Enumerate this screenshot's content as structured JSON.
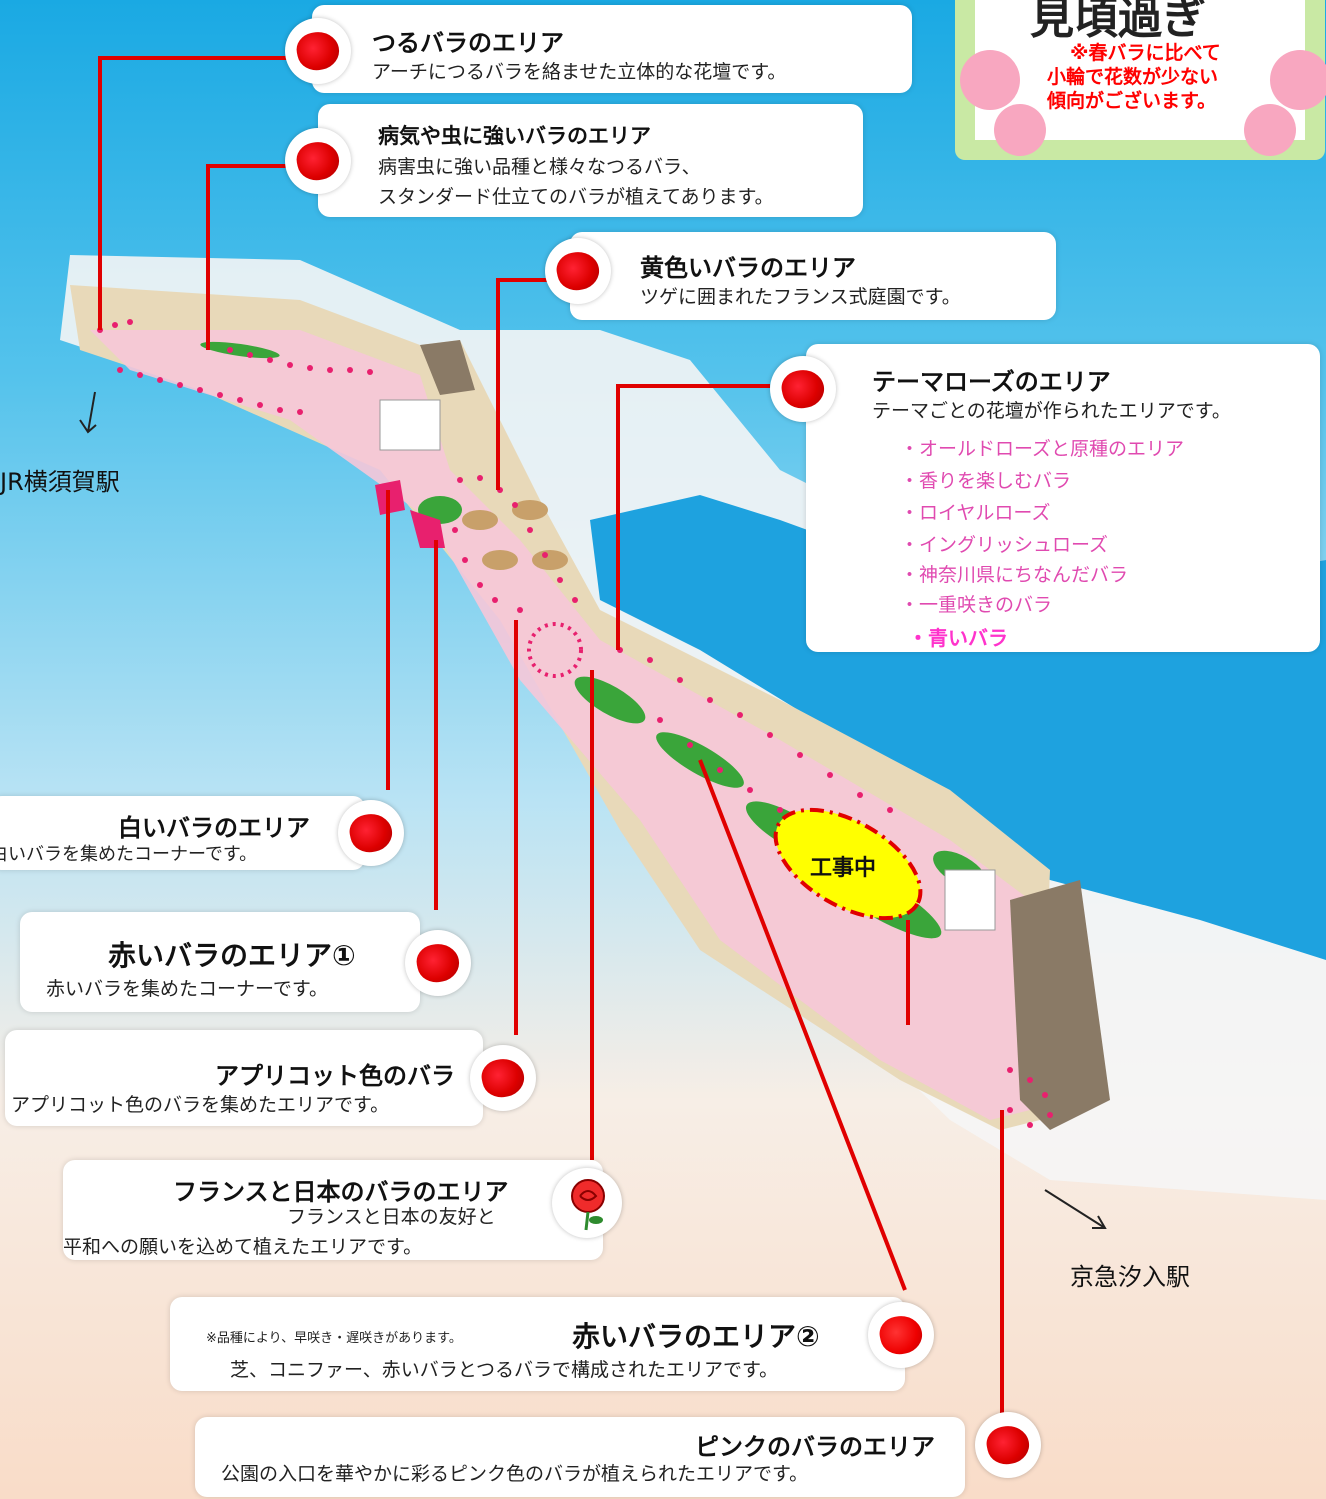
{
  "notice": {
    "heading": "見頃過ぎ",
    "note_lines": [
      "※春バラに比べて",
      "小輪で花数が少ない",
      "傾向がございます。"
    ]
  },
  "stations": {
    "jr": "JR横須賀駅",
    "keikyu": "京急汐入駅"
  },
  "construction": "工事中",
  "areas": {
    "tsuru": {
      "title": "つるバラのエリア",
      "desc": "アーチにつるバラを絡ませた立体的な花壇です。"
    },
    "byoki": {
      "title": "病気や虫に強いバラのエリア",
      "desc_lines": [
        "病害虫に強い品種と様々なつるバラ、",
        "スタンダード仕立てのバラが植えてあります。"
      ]
    },
    "kiiro": {
      "title": "黄色いバラのエリア",
      "desc": "ツゲに囲まれたフランス式庭園です。"
    },
    "theme": {
      "title": "テーマローズのエリア",
      "desc": "テーマごとの花壇が作られたエリアです。",
      "items": [
        "・オールドローズと原種のエリア",
        "・香りを楽しむバラ",
        "・ロイヤルローズ",
        "・イングリッシュローズ",
        "・神奈川県にちなんだバラ",
        "・一重咲きのバラ"
      ],
      "highlight_item": "・青いバラ"
    },
    "shiro": {
      "title": "白いバラのエリア",
      "desc": "白いバラを集めたコーナーです。"
    },
    "aka1": {
      "title": "赤いバラのエリア①",
      "desc": "赤いバラを集めたコーナーです。"
    },
    "apricot": {
      "title": "アプリコット色のバラ",
      "desc": "アプリコット色のバラを集めたエリアです。"
    },
    "france": {
      "title": "フランスと日本のバラのエリア",
      "desc_lines": [
        "フランスと日本の友好と",
        "平和への願いを込めて植えたエリアです。"
      ]
    },
    "aka2": {
      "note": "※品種により、早咲き・遅咲きがあります。",
      "title": "赤いバラのエリア②",
      "desc": "芝、コニファー、赤いバラとつるバラで構成されたエリアです。"
    },
    "pink": {
      "title": "ピンクのバラのエリア",
      "desc": "公園の入口を華やかに彩るピンク色のバラが植えられたエリアです。"
    }
  },
  "colors": {
    "leader_line": "#e00000",
    "pink_path": "#f6c6d8",
    "rose_dot": "#e8206e",
    "construction_fill": "#ffff00",
    "highlight_text": "#ff33cc",
    "notice_text": "#ff0000"
  }
}
